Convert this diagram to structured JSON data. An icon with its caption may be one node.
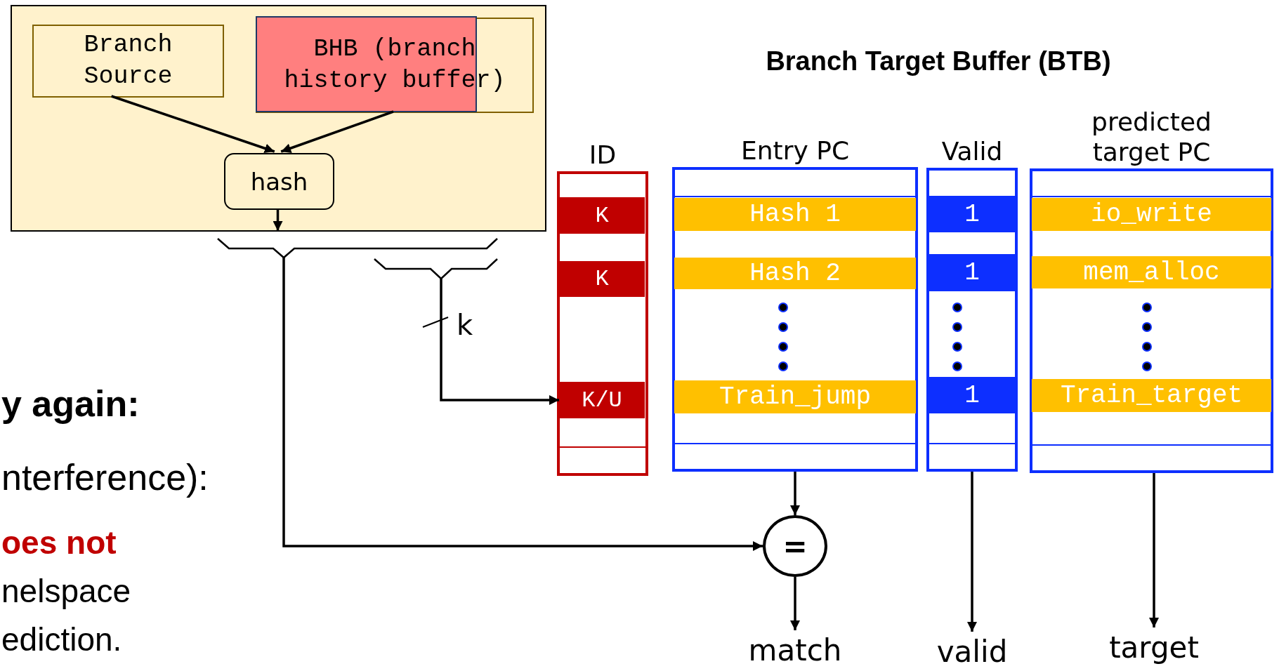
{
  "diagram": {
    "title": "Branch Target Buffer (BTB)",
    "nodes": [
      {
        "text": [],
        "shape": "box"
      },
      {
        "text": [
          "Branch Source"
        ],
        "in": 0
      },
      {
        "text": [
          "BHB (branch history buffer)"
        ],
        "in": 0
      },
      {
        "text": [
          "hash"
        ],
        "in": 0
      },
      {
        "text": [
          "ID"
        ]
      },
      {
        "text": [
          "K"
        ],
        "in": 4
      },
      {
        "text": [
          "K"
        ],
        "in": 4
      },
      {
        "text": [
          "K/U"
        ],
        "in": 4
      },
      {
        "text": [
          "Entry PC"
        ]
      },
      {
        "text": [
          "Hash 1"
        ],
        "in": 8
      },
      {
        "text": [
          "Hash 2"
        ],
        "in": 8
      },
      {
        "text": [
          "Train_jump"
        ],
        "in": 8
      },
      {
        "text": [
          "Valid"
        ]
      },
      {
        "text": [
          "1"
        ],
        "in": 12
      },
      {
        "text": [
          "1"
        ],
        "in": 12
      },
      {
        "text": [
          "1"
        ],
        "in": 12
      },
      {
        "text": [
          "predicted target PC"
        ]
      },
      {
        "text": [
          "io_write"
        ],
        "in": 16
      },
      {
        "text": [
          "mem_alloc"
        ],
        "in": 16
      },
      {
        "text": [
          "Train_target"
        ],
        "in": 16
      },
      {
        "text": [
          "="
        ]
      },
      {
        "text": [
          "match"
        ]
      },
      {
        "text": [
          "valid"
        ]
      },
      {
        "text": [
          "target"
        ]
      }
    ],
    "edges": [
      {
        "from": 1,
        "to": 3,
        "arrow": "to"
      },
      {
        "from": 2,
        "to": 3,
        "arrow": "to"
      },
      {
        "from": 3,
        "to": null,
        "arrow": "to"
      },
      {
        "from": null,
        "to": 7,
        "arrow": "to"
      },
      {
        "from": null,
        "to": 20,
        "arrow": "to"
      },
      {
        "from": 8,
        "to": 20,
        "arrow": "to"
      },
      {
        "from": 20,
        "to": 21,
        "arrow": "to"
      },
      {
        "from": 12,
        "to": 22,
        "arrow": "to"
      },
      {
        "from": 16,
        "to": 23,
        "arrow": "to"
      }
    ],
    "labels": [
      "k",
      "y again:",
      "nterference):",
      "oes not",
      "nelspace",
      "ediction."
    ]
  }
}
